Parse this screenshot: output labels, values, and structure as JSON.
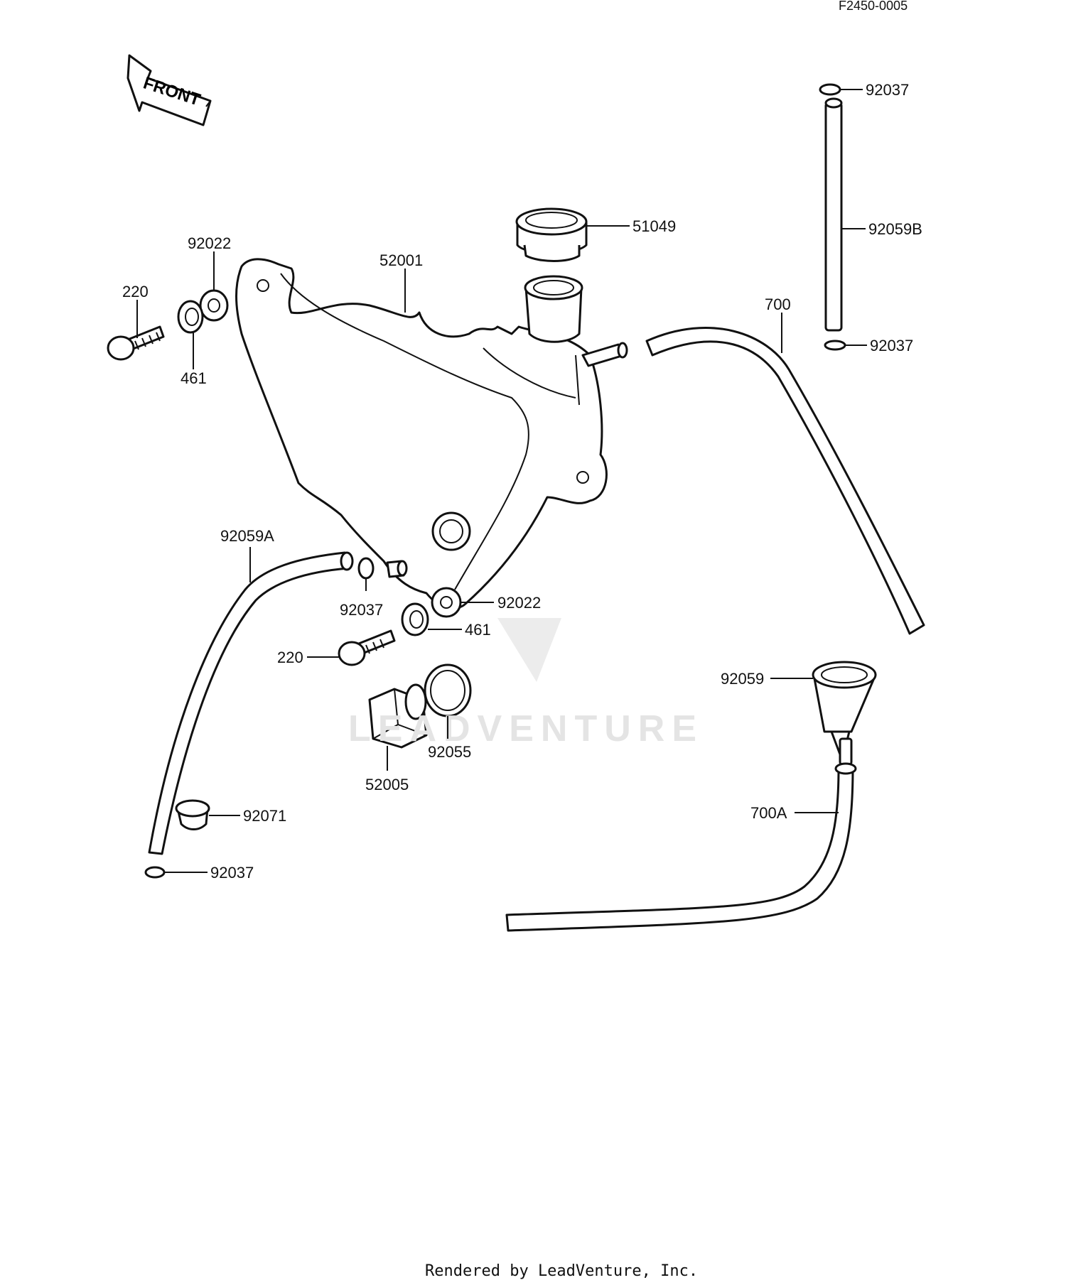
{
  "diagram_code": "F2450-0005",
  "front_label": "FRONT",
  "watermark": "LEADVENTURE",
  "footer": "Rendered by LeadVenture, Inc.",
  "labels": {
    "p92037_top": "92037",
    "p51049": "51049",
    "p92059B": "92059B",
    "p92037_mid": "92037",
    "p700": "700",
    "p92022_top": "92022",
    "p52001": "52001",
    "p220_top": "220",
    "p461_top": "461",
    "p92059A": "92059A",
    "p92037_left": "92037",
    "p92022_bot": "92022",
    "p461_bot": "461",
    "p220_bot": "220",
    "p92059": "92059",
    "p92055": "92055",
    "p52005": "52005",
    "p700A": "700A",
    "p92071": "92071",
    "p92037_bot": "92037"
  }
}
